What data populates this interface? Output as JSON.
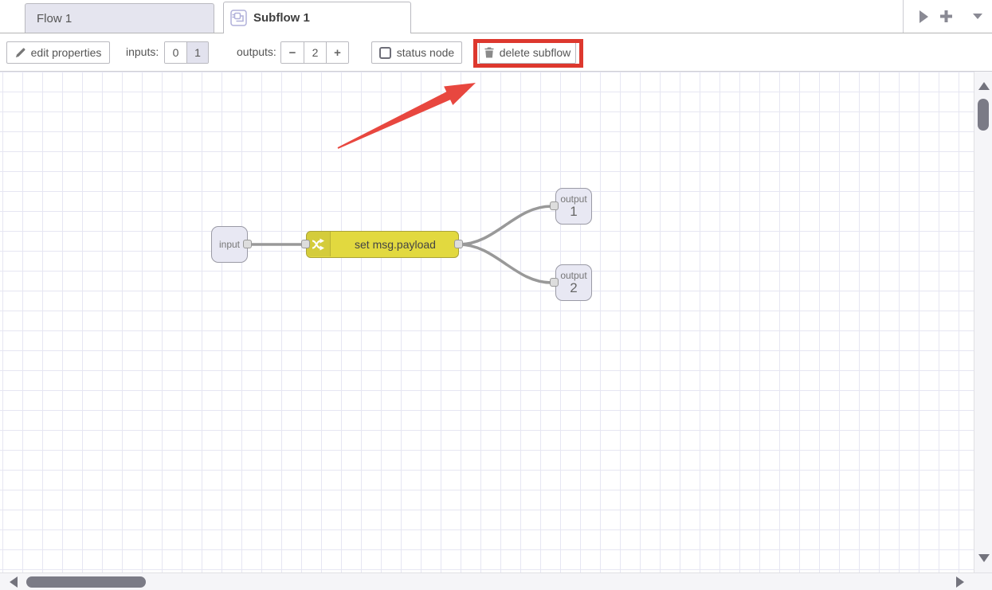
{
  "tabbar": {
    "tabs": [
      {
        "label": "Flow 1",
        "active": false
      },
      {
        "label": "Subflow 1",
        "active": true
      }
    ],
    "icons": [
      "next-flow-arrow",
      "add-flow",
      "flow-list-menu"
    ]
  },
  "toolbar": {
    "edit_properties_label": "edit properties",
    "inputs_label": "inputs:",
    "inputs_options": [
      "0",
      "1"
    ],
    "inputs_selected": "1",
    "outputs_label": "outputs:",
    "outputs_minus": "−",
    "outputs_value": "2",
    "outputs_plus": "+",
    "status_node_label": "status node",
    "status_node_checked": false,
    "delete_subflow_label": "delete subflow"
  },
  "canvas": {
    "nodes": [
      {
        "id": "input",
        "type": "subflow-input",
        "label": "input"
      },
      {
        "id": "change",
        "type": "change",
        "label": "set msg.payload"
      },
      {
        "id": "output1",
        "type": "subflow-output",
        "label": "output",
        "number": "1"
      },
      {
        "id": "output2",
        "type": "subflow-output",
        "label": "output",
        "number": "2"
      }
    ],
    "wires": [
      [
        "input",
        "change"
      ],
      [
        "change",
        "output1"
      ],
      [
        "change",
        "output2"
      ]
    ]
  },
  "annotation": {
    "highlight_target": "delete subflow button",
    "box_color": "#dd382e",
    "arrow_color": "#e8473f"
  },
  "colors": {
    "tab_inactive_bg": "#e5e5ef",
    "grid_line": "#e6e6f2",
    "change_node_fill": "#e2d93f",
    "port_node_fill": "#e8e8f3",
    "wire": "#999999",
    "selected_segment_bg": "#e2e2ee"
  }
}
